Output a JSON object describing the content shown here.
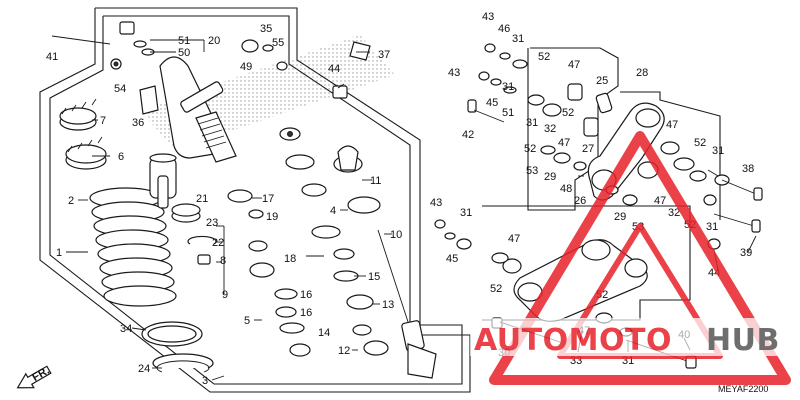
{
  "diagram_code": "MEYAF2200",
  "direction_label": "FR.",
  "watermark": {
    "part1": "AUTOMOTO",
    "part2": "HUB",
    "color": "#e8202a"
  },
  "callouts": {
    "c1": "1",
    "c2": "2",
    "c3": "3",
    "c4": "4",
    "c5": "5",
    "c6": "6",
    "c7": "7",
    "c8": "8",
    "c9": "9",
    "c10": "10",
    "c11": "11",
    "c12": "12",
    "c13": "13",
    "c14": "14",
    "c15": "15",
    "c16": "16",
    "c17": "17",
    "c18": "18",
    "c19": "19",
    "c20": "20",
    "c21": "21",
    "c22": "22",
    "c23": "23",
    "c24": "24",
    "c25": "25",
    "c26": "26",
    "c27": "27",
    "c28": "28",
    "c29": "29",
    "c29b": "29",
    "c30": "30",
    "c31a": "31",
    "c31b": "31",
    "c31c": "31",
    "c31d": "31",
    "c31e": "31",
    "c31f": "31",
    "c32a": "32",
    "c32b": "32",
    "c33": "33",
    "c34": "34",
    "c35": "35",
    "c36": "36",
    "c37": "37",
    "c38": "38",
    "c39": "39",
    "c40": "40",
    "c41": "41",
    "c42": "42",
    "c43a": "43",
    "c43b": "43",
    "c43c": "43",
    "c44a": "44",
    "c44b": "44",
    "c45a": "45",
    "c45b": "45",
    "c46": "46",
    "c47a": "47",
    "c47b": "47",
    "c47c": "47",
    "c47d": "47",
    "c47e": "47",
    "c47f": "47",
    "c48": "48",
    "c49": "49",
    "c50": "50",
    "c51": "51",
    "c51b": "51",
    "c52a": "52",
    "c52b": "52",
    "c52c": "52",
    "c52d": "52",
    "c52e": "52",
    "c52f": "52",
    "c53a": "53",
    "c53b": "53",
    "c54": "54",
    "c55": "55"
  }
}
